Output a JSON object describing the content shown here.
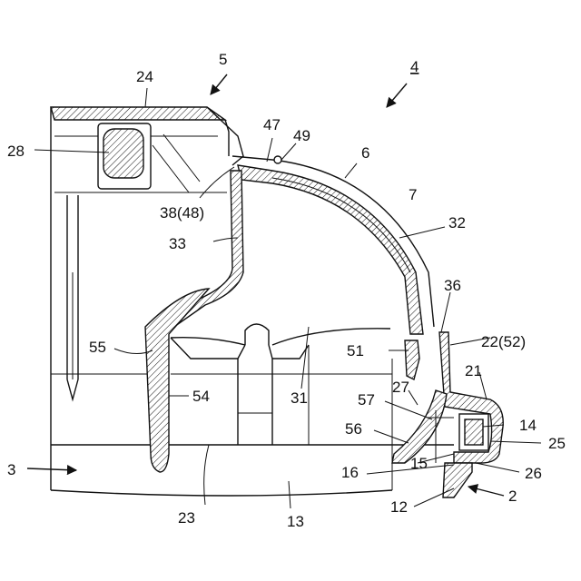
{
  "labels": {
    "l2": "2",
    "l3": "3",
    "l4": "4",
    "l5": "5",
    "l6": "6",
    "l7": "7",
    "l12": "12",
    "l13": "13",
    "l14": "14",
    "l15": "15",
    "l16": "16",
    "l21": "21",
    "l22_52": "22(52)",
    "l23": "23",
    "l24": "24",
    "l25": "25",
    "l26": "26",
    "l27": "27",
    "l28": "28",
    "l31": "31",
    "l32": "32",
    "l33": "33",
    "l36": "36",
    "l38_48": "38(48)",
    "l47": "47",
    "l49": "49",
    "l51": "51",
    "l54": "54",
    "l55": "55",
    "l56": "56",
    "l57": "57"
  }
}
